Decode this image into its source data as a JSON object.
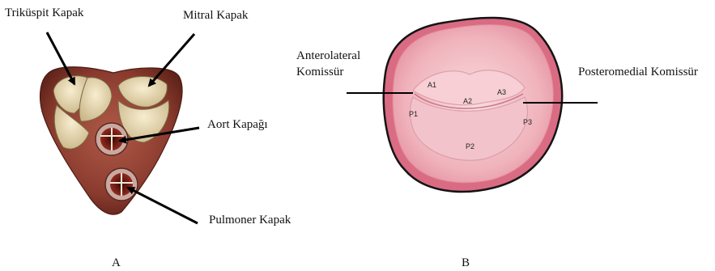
{
  "panel_a": {
    "label": "A",
    "labels": {
      "tricuspid": "Triküspit Kapak",
      "mitral": "Mitral Kapak",
      "aortic": "Aort Kapağı",
      "pulmonary": "Pulmoner Kapak"
    }
  },
  "panel_b": {
    "label": "B",
    "anterolateral_line1": "Anterolateral",
    "anterolateral_line2": "Komissür",
    "posteromedial": "Posteromedial Komissür",
    "segments": [
      "A1",
      "A2",
      "A3",
      "P1",
      "P2",
      "P3"
    ]
  },
  "colors": {
    "muscle": "#8a3b2e",
    "leaflet": "#e9dcb8",
    "valve_rim": "#d9798a",
    "valve_inner": "#f2b4bd"
  }
}
